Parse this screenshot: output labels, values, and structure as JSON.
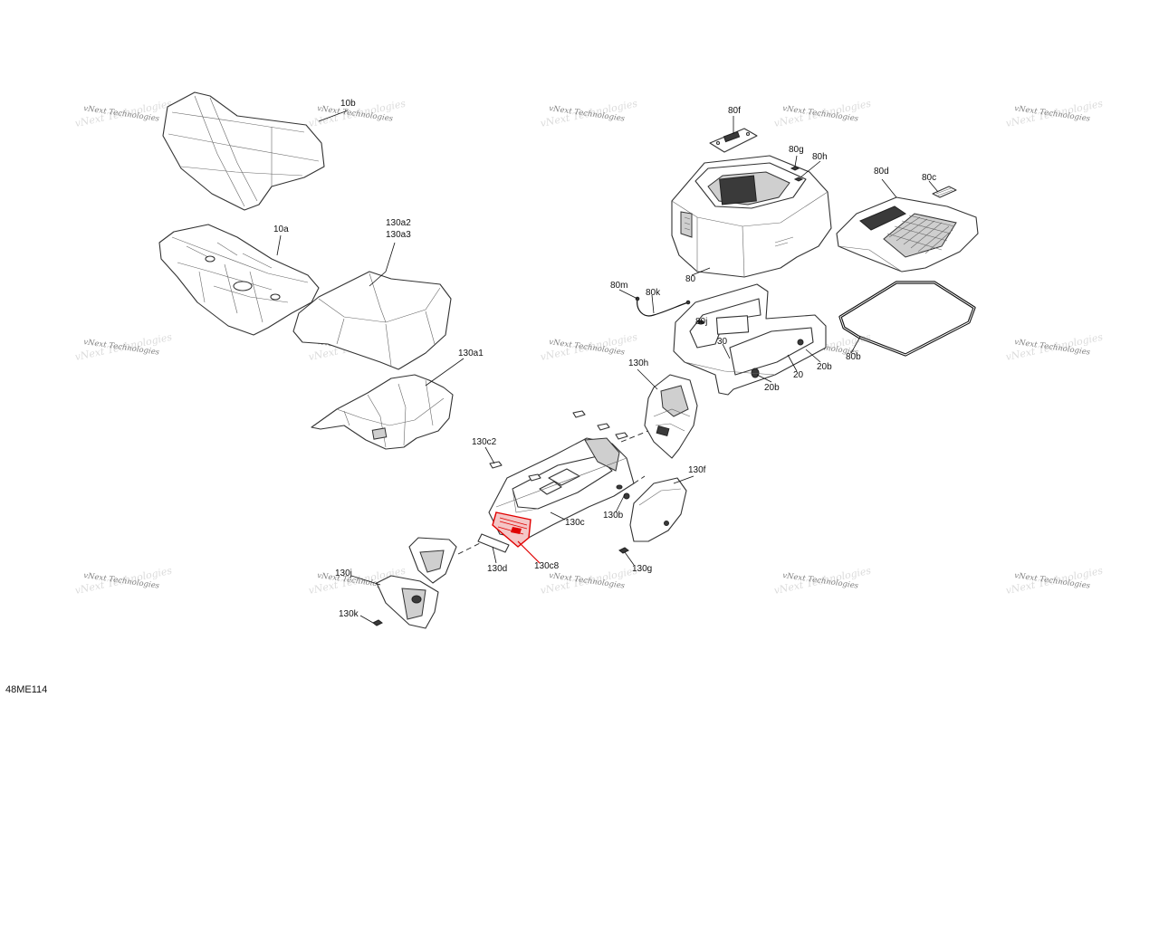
{
  "figure": {
    "id": "48ME114"
  },
  "watermark": {
    "text": "vNext Technologies"
  },
  "highlight_color": "#e00000",
  "callouts": {
    "c10b": "10b",
    "c10a": "10a",
    "c130a2": "130a2",
    "c130a3": "130a3",
    "c130a1": "130a1",
    "c80f": "80f",
    "c80g": "80g",
    "c80h": "80h",
    "c80d": "80d",
    "c80c": "80c",
    "c80": "80",
    "c80m": "80m",
    "c80k": "80k",
    "c80j": "80j",
    "c30": "30",
    "c20": "20",
    "c20b_1": "20b",
    "c20b_2": "20b",
    "c80b": "80b",
    "c130h": "130h",
    "c130c2": "130c2",
    "c130f": "130f",
    "c130c": "130c",
    "c130b": "130b",
    "c130d": "130d",
    "c130c8": "130c8",
    "c130g": "130g",
    "c130j": "130j",
    "c130k": "130k"
  }
}
